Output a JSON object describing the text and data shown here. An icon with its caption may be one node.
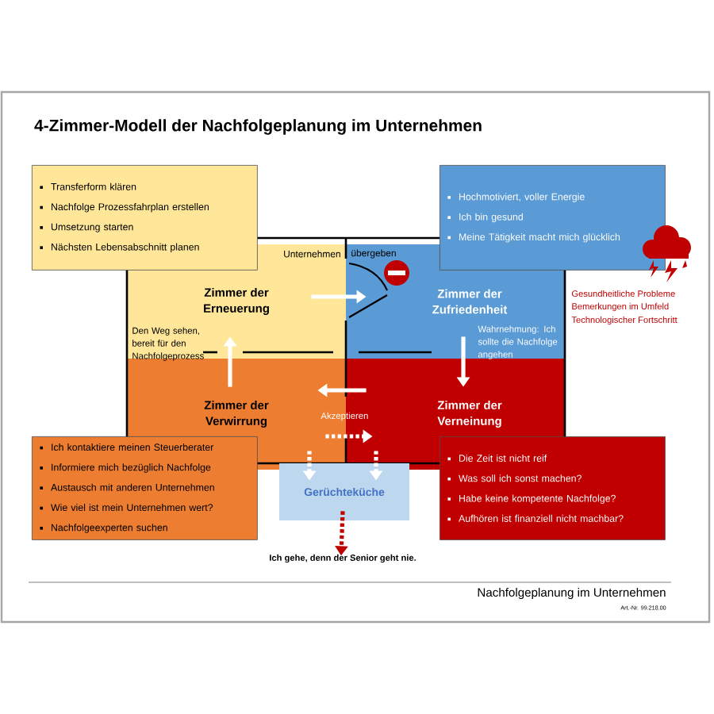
{
  "diagram": {
    "title": "4-Zimmer-Modell der Nachfolgeplanung im Unternehmen",
    "nodes": [
      {
        "text": [
          "Transferform klären",
          "Nachfolge Prozessfahrplan erstellen",
          "Umsetzung starten",
          "Nächsten Lebensabschnitt planen"
        ]
      },
      {
        "text": [
          "Hochmotiviert, voller Energie",
          "Ich bin gesund",
          "Meine Tätigkeit macht mich glücklich"
        ]
      },
      {
        "text": [
          "Zimmer der Erneuerung"
        ]
      },
      {
        "text": [
          "Zimmer der Zufriedenheit"
        ]
      },
      {
        "text": [
          "Zimmer der Verwirrung"
        ]
      },
      {
        "text": [
          "Zimmer der Verneinung"
        ]
      },
      {
        "text": [
          "Ich kontaktiere meinen Steuerberater",
          "Informiere mich bezüglich Nachfolge",
          "Austausch mit anderen Unternehmen",
          "Wie viel ist mein Unternehmen wert?",
          "Nachfolgeexperten suchen"
        ]
      },
      {
        "text": [
          "Die Zeit ist nicht reif",
          "Was soll ich sonst machen?",
          "Habe keine kompetente Nachfolge?",
          "Aufhören ist finanziell nicht machbar?"
        ]
      },
      {
        "text": [
          "Gerüchteküche"
        ]
      },
      {
        "text": [
          "Ich gehe, denn der Senior geht nie."
        ]
      }
    ],
    "edges": [
      {
        "from": 2,
        "to": 3,
        "arrow": "to"
      },
      {
        "from": 3,
        "to": 5,
        "arrow": "to",
        "label": "Wahrnehmung: Ich sollte die Nachfolge angehen"
      },
      {
        "from": 5,
        "to": 4,
        "arrow": "to"
      },
      {
        "from": 4,
        "to": 2,
        "arrow": "to",
        "label": "Den Weg sehen, bereit für den Nachfolgeprozess"
      },
      {
        "from": 4,
        "to": 5,
        "arrow": "to",
        "label": "Akzeptieren",
        "style": "dashed"
      },
      {
        "from": 4,
        "to": 8,
        "arrow": "to",
        "style": "dashed"
      },
      {
        "from": 5,
        "to": 8,
        "arrow": "to",
        "style": "dashed"
      },
      {
        "from": 8,
        "to": 9,
        "arrow": "to",
        "style": "dashed",
        "color": "#c00000"
      }
    ],
    "labels": [
      "Unternehmen",
      "übergeben",
      "Gesundheitliche Probleme",
      "Bemerkungen im Umfeld",
      "Technologischer Fortschritt",
      "Nachfolgeplanung im Unternehmen",
      "Art.-Nr. 99.218.00"
    ]
  }
}
